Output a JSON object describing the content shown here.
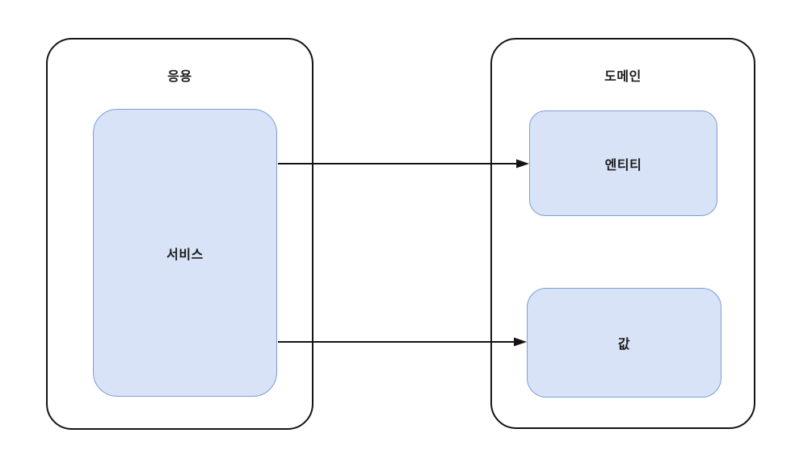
{
  "diagram": {
    "containers": {
      "application": {
        "label": "응용"
      },
      "domain": {
        "label": "도메인"
      }
    },
    "nodes": {
      "service": {
        "label": "서비스"
      },
      "entity": {
        "label": "엔티티"
      },
      "value": {
        "label": "값"
      }
    },
    "edges": [
      {
        "from": "서비스",
        "to": "엔티티",
        "style": "solid-arrow"
      },
      {
        "from": "서비스",
        "to": "값",
        "style": "solid-arrow"
      }
    ],
    "colors": {
      "node_fill": "#d8e3f8",
      "node_stroke": "#7d9fd4",
      "container_stroke": "#141414",
      "arrow": "#141414",
      "background": "#ffffff"
    }
  }
}
